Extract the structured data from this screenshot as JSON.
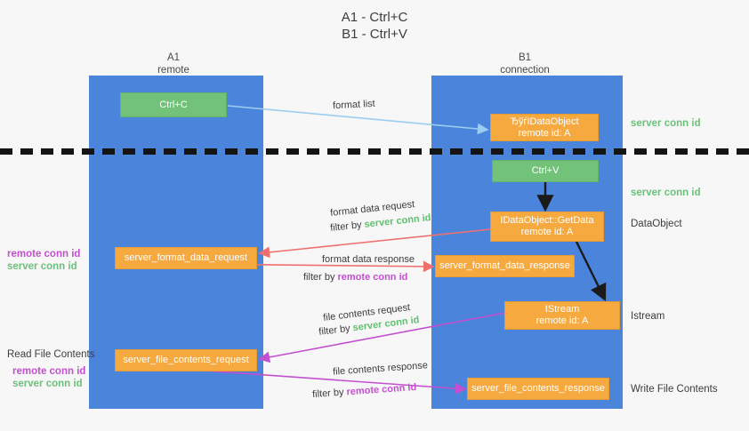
{
  "title": "A1 - Ctrl+C\nB1 - Ctrl+V",
  "columns": {
    "left": "A1\nremote",
    "right": "B1\nconnection"
  },
  "boxes": {
    "ctrl_c": "Ctrl+C",
    "ctrl_v": "Ctrl+V",
    "idataobject_create": "ЂўѓIDataObject\nremote id: A",
    "idataobject_getdata": "IDataObject::GetData\nremote id: A",
    "istream": "IStream\nremote id: A",
    "server_format_data_request": "server_format_data_request",
    "server_format_data_response": "server_format_data_response",
    "server_file_contents_request": "server_file_contents_request",
    "server_file_contents_response": "server_file_contents_response"
  },
  "right_labels": {
    "server_conn_id_top": "server conn id",
    "server_conn_id_mid": "server conn id",
    "dataobject": "DataObject",
    "istream": "Istream",
    "write_file_contents": "Write File Contents"
  },
  "left_labels": {
    "read_file_contents": "Read File Contents",
    "remote_conn_id": "remote conn id",
    "server_conn_id": "server conn id"
  },
  "edges": {
    "format_list": "format list",
    "format_data_request": "format data request",
    "format_data_request_filter_prefix": "filter by ",
    "format_data_request_filter_value": "server conn id",
    "format_data_response": "format data response",
    "format_data_response_filter_prefix": "filter by ",
    "format_data_response_filter_value": "remote conn id",
    "file_contents_request": "file contents request",
    "file_contents_request_filter_prefix": "filter by ",
    "file_contents_request_filter_value": "server conn id",
    "file_contents_response": "file contents response",
    "file_contents_response_filter_prefix": "filter by ",
    "file_contents_response_filter_value": "remote conn id"
  },
  "colors": {
    "lane": "#4a84db",
    "orange": "#f5a93f",
    "green": "#72c279",
    "green_text": "#6cc17a",
    "purple_text": "#c44fd0",
    "arrow_blue": "#9ccdf0",
    "arrow_red": "#ef6f6f",
    "arrow_magenta": "#c44fd0",
    "arrow_dark": "#1a1a1a",
    "background": "#f7f7f7"
  }
}
